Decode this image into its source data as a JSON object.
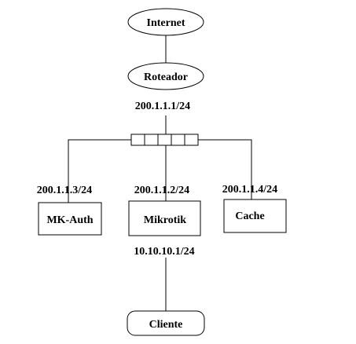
{
  "nodes": {
    "internet": "Internet",
    "router": "Roteador",
    "mkauth": "MK-Auth",
    "mikrotik": "Mikrotik",
    "cache": "Cache",
    "client": "Cliente"
  },
  "addresses": {
    "router": "200.1.1.1/24",
    "mkauth": "200.1.1.3/24",
    "mikrotik_wan": "200.1.1.2/24",
    "cache": "200.1.1.4/24",
    "mikrotik_lan": "10.10.10.1/24"
  }
}
